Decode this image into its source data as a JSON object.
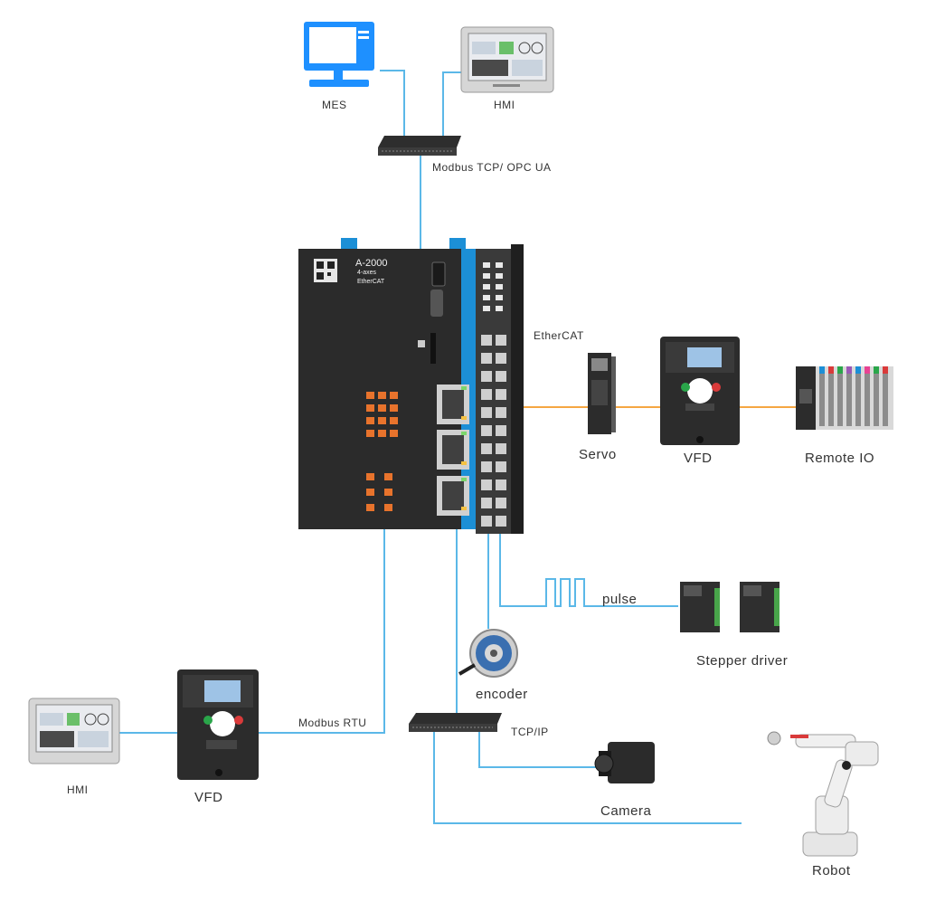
{
  "devices": {
    "mes": "MES",
    "hmi_top": "HMI",
    "hmi_bottom": "HMI",
    "servo": "Servo",
    "vfd_right": "VFD",
    "vfd_bottom": "VFD",
    "remote_io": "Remote IO",
    "stepper_driver": "Stepper driver",
    "encoder": "encoder",
    "camera": "Camera",
    "robot": "Robot"
  },
  "protocols": {
    "top_switch": "Modbus TCP/ OPC UA",
    "ethercat": "EtherCAT",
    "pulse": "pulse",
    "modbus_rtu": "Modbus RTU",
    "tcpip": "TCP/IP"
  },
  "controller": {
    "model": "A-2000",
    "axes": "4-axes",
    "brand": "EtherCAT"
  },
  "colors": {
    "link": "#5bb8e8",
    "ethercat_link": "#f5a742",
    "controller_body": "#2b2b2b",
    "accent_blue": "#1c8fd6",
    "terminal_orange": "#e8732c"
  }
}
